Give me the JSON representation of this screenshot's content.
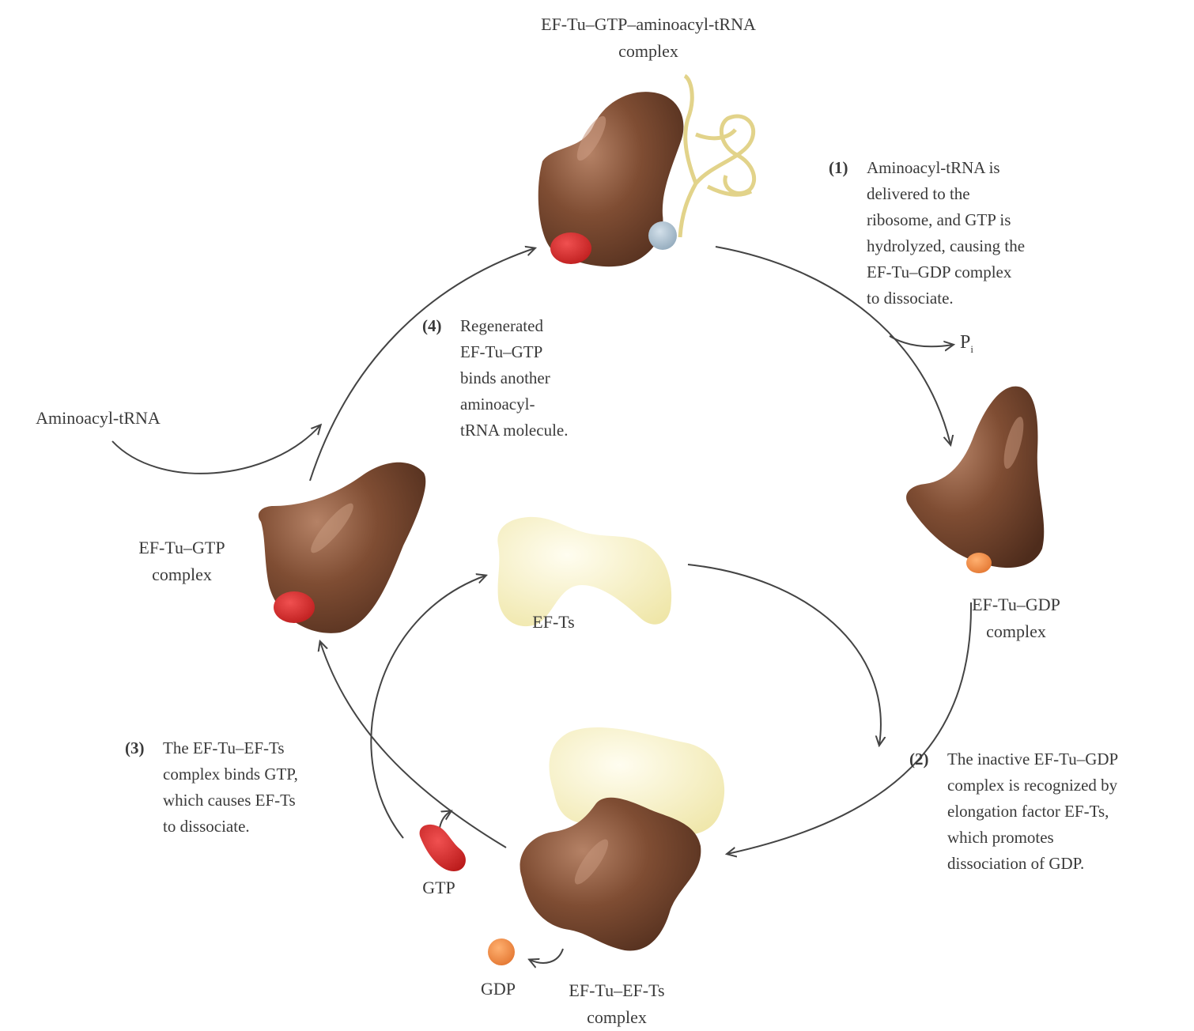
{
  "labels": {
    "top_complex": [
      "EF-Tu–GTP–aminoacyl-tRNA",
      "complex"
    ],
    "ef_tu_gdp": [
      "EF-Tu–GDP",
      "complex"
    ],
    "ef_tu_gtp": [
      "EF-Tu–GTP",
      "complex"
    ],
    "ef_tu_ef_ts": [
      "EF-Tu–EF-Ts",
      "complex"
    ],
    "ef_ts": "EF-Ts",
    "aminoacyl_trna": "Aminoacyl-tRNA",
    "gtp": "GTP",
    "gdp": "GDP",
    "pi": "P",
    "pi_sub": "i"
  },
  "steps": [
    {
      "num": "(1)",
      "lines": [
        "Aminoacyl-tRNA is",
        "delivered to the",
        "ribosome, and GTP is",
        "hydrolyzed, causing the",
        "EF-Tu–GDP complex",
        "to dissociate."
      ]
    },
    {
      "num": "(2)",
      "lines": [
        "The inactive EF-Tu–GDP",
        "complex is recognized by",
        "elongation factor EF-Ts,",
        "which promotes",
        "dissociation of GDP."
      ]
    },
    {
      "num": "(3)",
      "lines": [
        "The EF-Tu–EF-Ts",
        "complex binds GTP,",
        "which causes EF-Ts",
        "to dissociate."
      ]
    },
    {
      "num": "(4)",
      "lines": [
        "Regenerated",
        "EF-Tu–GTP",
        "binds another",
        "aminoacyl-",
        "tRNA molecule."
      ]
    }
  ],
  "colors": {
    "ef_tu": "#7a4a30",
    "ef_ts": "#f7f2c0",
    "gtp": "#d62a2a",
    "gdp": "#f0883a",
    "trna": "#e8d98a",
    "amino_acid": "#a9bccb",
    "arrow": "#444444"
  }
}
